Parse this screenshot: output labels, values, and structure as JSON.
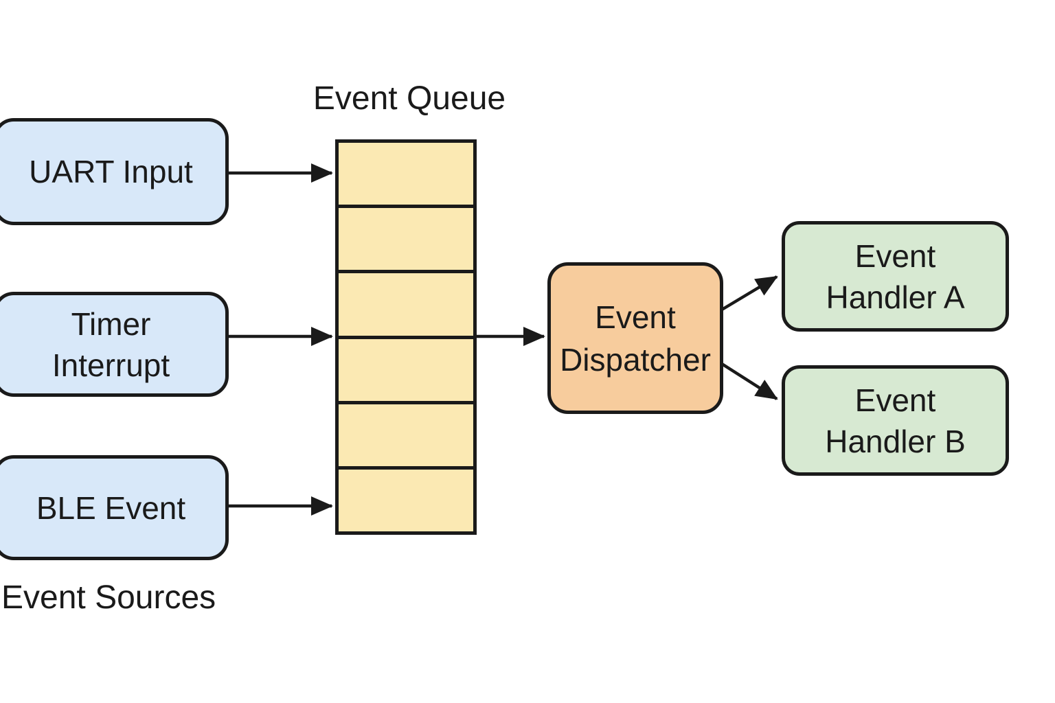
{
  "diagram": {
    "queue_title": "Event Queue",
    "sources_label": "Event Sources",
    "sources": [
      {
        "id": "uart",
        "lines": [
          "UART Input"
        ]
      },
      {
        "id": "timer",
        "lines": [
          "Timer",
          "Interrupt"
        ]
      },
      {
        "id": "ble",
        "lines": [
          "BLE Event"
        ]
      }
    ],
    "queue": {
      "cell_count": 6
    },
    "dispatcher": {
      "lines": [
        "Event",
        "Dispatcher"
      ]
    },
    "handlers": [
      {
        "id": "a",
        "lines": [
          "Event",
          "Handler A"
        ]
      },
      {
        "id": "b",
        "lines": [
          "Event",
          "Handler B"
        ]
      }
    ],
    "colors": {
      "source_fill": "#d8e8f9",
      "queue_fill": "#fbe9b3",
      "dispatcher_fill": "#f7cc9d",
      "handler_fill": "#d7e9d2",
      "stroke": "#1a1a1a",
      "background": "#ffffff"
    }
  }
}
